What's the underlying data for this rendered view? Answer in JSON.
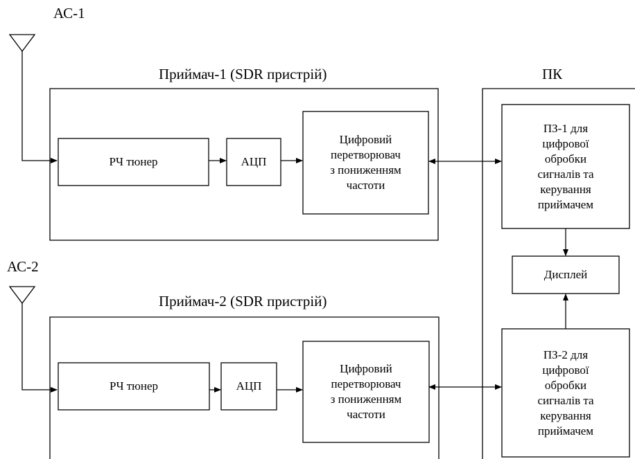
{
  "antennas": {
    "ac1": "АС-1",
    "ac2": "АС-2"
  },
  "receiver1": {
    "title": "Приймач-1 (SDR пристрій)",
    "rf_tuner": "РЧ тюнер",
    "adc": "АЦП",
    "ddc": "Цифровий\nперетворювач\nз пониженням\nчастоти"
  },
  "receiver2": {
    "title": "Приймач-2 (SDR пристрій)",
    "rf_tuner": "РЧ тюнер",
    "adc": "АЦП",
    "ddc": "Цифровий\nперетворювач\nз пониженням\nчастоти"
  },
  "pc": {
    "title": "ПК",
    "sw1": "ПЗ-1 для\nцифрової\nобробки\nсигналів та\nкерування\nприймачем",
    "display": "Дисплей",
    "sw2": "ПЗ-2 для\nцифрової\nобробки\nсигналів та\nкерування\nприймачем"
  }
}
